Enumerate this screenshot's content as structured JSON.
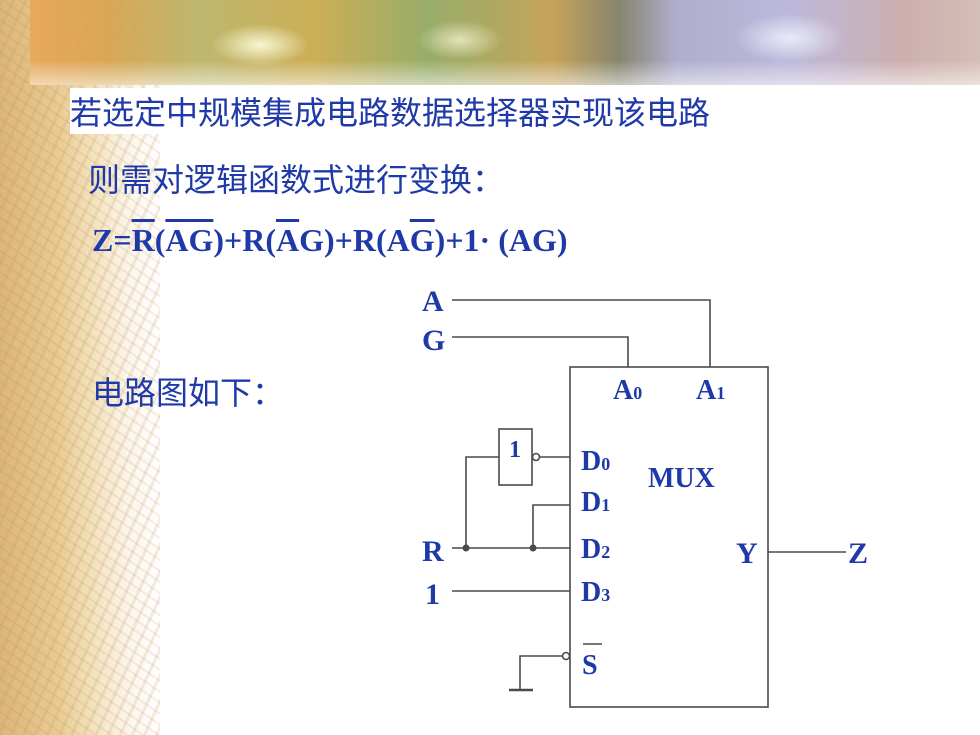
{
  "title": {
    "line1": "若选定中规模集成电路数据选择器实现该电路",
    "line2": "则需对逻辑函数式进行变换："
  },
  "equation": {
    "lead": "Z=",
    "t1_var": "R",
    "t1_mid": "(",
    "t1_a": "A",
    "t1_g": "G",
    "t1_close": ")+R(",
    "t2_a": "A",
    "t2_rest": "G)+R(A",
    "t3_g": "G",
    "t3_rest": ")+1· (AG)"
  },
  "diagram_caption": "电路图如下：",
  "circuit": {
    "inputs": {
      "a": "A",
      "g": "G",
      "r": "R",
      "one": "1"
    },
    "mux": {
      "name": "MUX",
      "select_pins": [
        {
          "letter": "A",
          "sub": "0"
        },
        {
          "letter": "A",
          "sub": "1"
        }
      ],
      "data_pins": [
        {
          "letter": "D",
          "sub": "0"
        },
        {
          "letter": "D",
          "sub": "1"
        },
        {
          "letter": "D",
          "sub": "2"
        },
        {
          "letter": "D",
          "sub": "3"
        }
      ],
      "output_pin": "Y",
      "enable_pin": "S"
    },
    "inverter_label": "1",
    "output": "Z"
  }
}
